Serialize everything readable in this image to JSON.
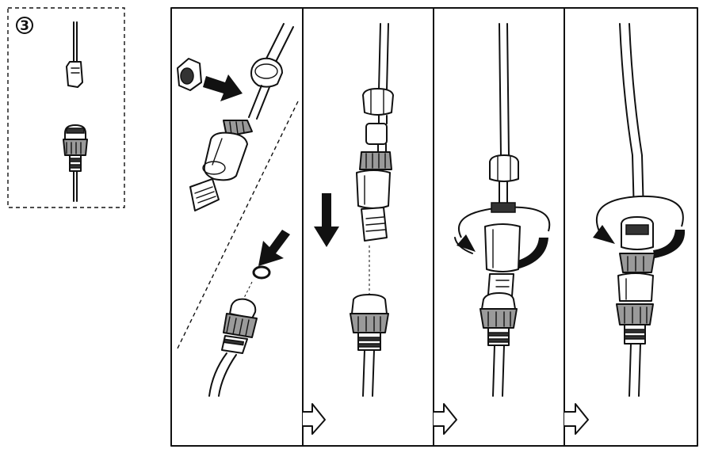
{
  "step_marker": {
    "label": "③"
  },
  "panels": [
    {
      "id": "panel-1",
      "arrow": "next-step-arrow"
    },
    {
      "id": "panel-2",
      "arrow": "next-step-arrow"
    },
    {
      "id": "panel-3",
      "arrow": "next-step-arrow"
    },
    {
      "id": "panel-4"
    }
  ],
  "icons": {
    "arrow_push": "arrow-icon",
    "arrow_down": "down-arrow-icon",
    "rotate": "rotate-icon",
    "next_step": "hollow-right-arrow-icon"
  }
}
